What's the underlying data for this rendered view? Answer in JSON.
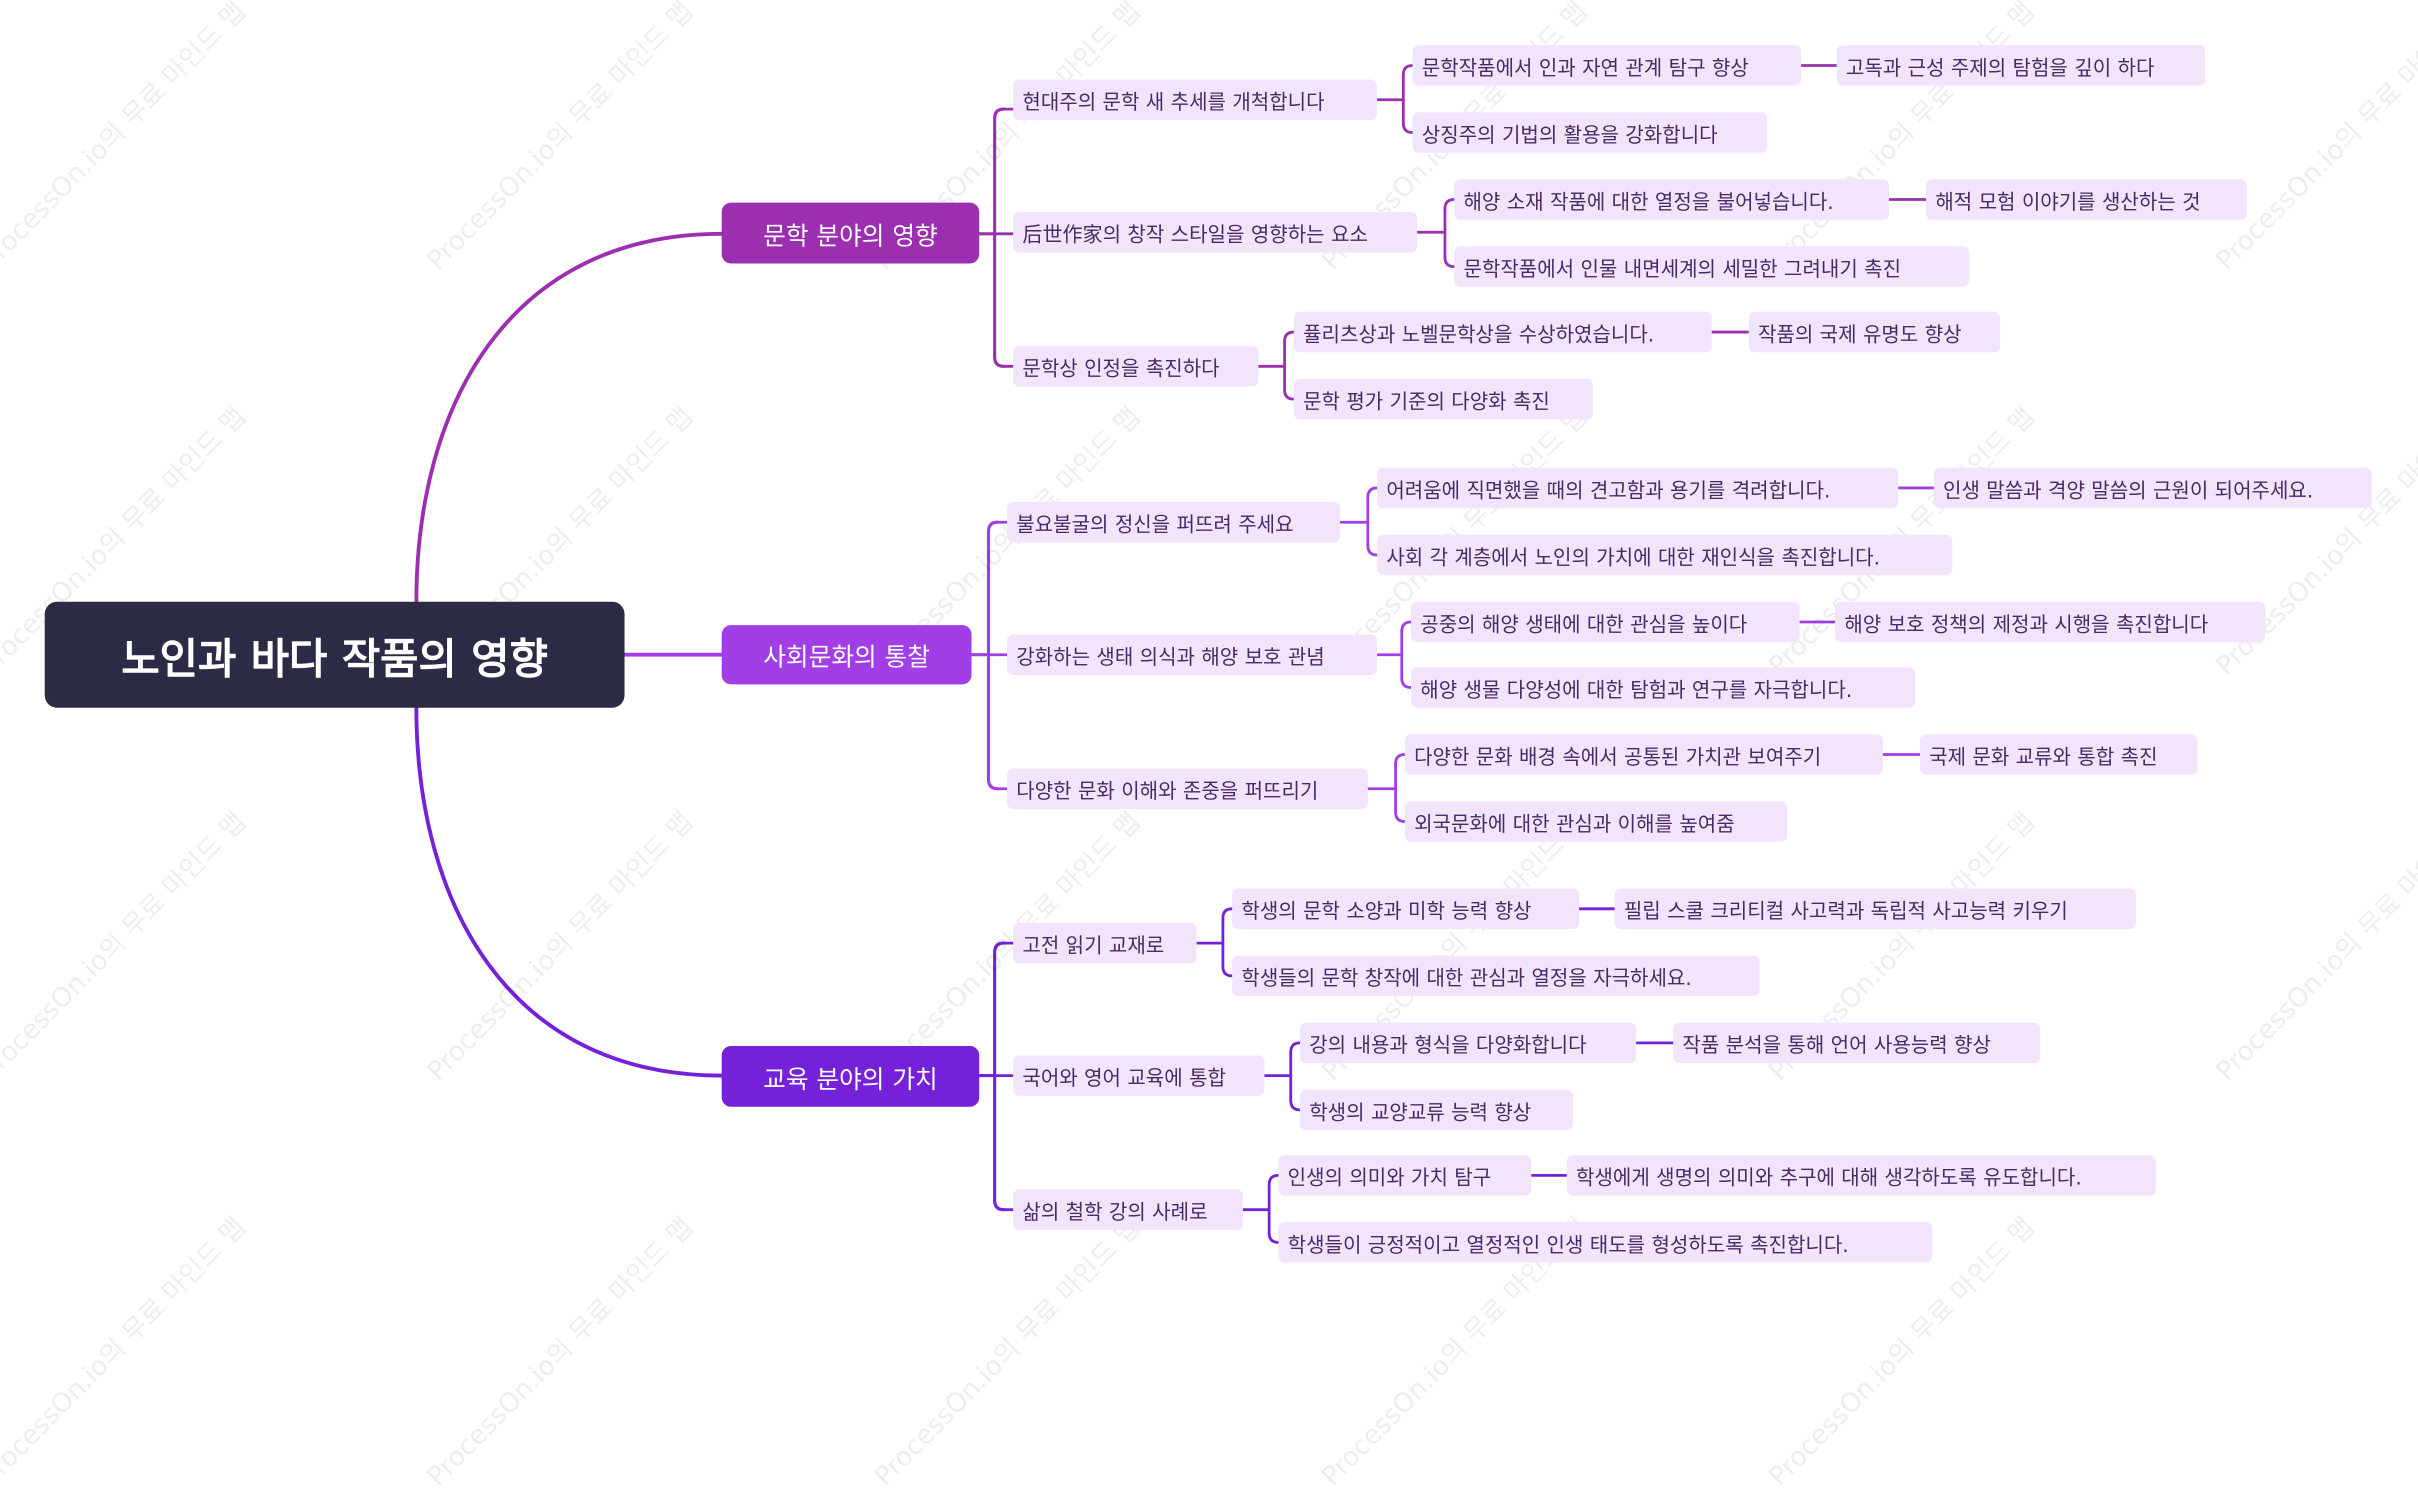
{
  "root": {
    "label": "노인과 바다 작품의 영향"
  },
  "branches": [
    {
      "label": "문학 분야의 영향",
      "color": "#9b2fb0",
      "children": [
        {
          "label": "현대주의 문학 새 추세를 개척합니다",
          "children": [
            {
              "label": "문학작품에서 인과 자연 관계 탐구 향상",
              "child": "고독과 근성 주제의 탐험을 깊이 하다"
            },
            {
              "label": "상징주의 기법의 활용을 강화합니다"
            }
          ]
        },
        {
          "label": "后世作家의 창작 스타일을 영향하는 요소",
          "children": [
            {
              "label": "해양 소재 작품에 대한 열정을 불어넣습니다.",
              "child": "해적 모험 이야기를 생산하는 것"
            },
            {
              "label": "문학작품에서 인물 내면세계의 세밀한 그려내기 촉진"
            }
          ]
        },
        {
          "label": "문학상 인정을 촉진하다",
          "children": [
            {
              "label": "퓰리츠상과 노벨문학상을 수상하였습니다.",
              "child": "작품의 국제 유명도 향상"
            },
            {
              "label": "문학 평가 기준의 다양화 촉진"
            }
          ]
        }
      ]
    },
    {
      "label": "사회문화의 통찰",
      "color": "#a13ee6",
      "children": [
        {
          "label": "불요불굴의 정신을 퍼뜨려 주세요",
          "children": [
            {
              "label": "어려움에 직면했을 때의 견고함과 용기를 격려합니다.",
              "child": "인생 말씀과 격양 말씀의 근원이 되어주세요."
            },
            {
              "label": "사회 각 계층에서 노인의 가치에 대한 재인식을 촉진합니다."
            }
          ]
        },
        {
          "label": "강화하는 생태 의식과 해양 보호 관념",
          "children": [
            {
              "label": "공중의 해양 생태에 대한 관심을 높이다",
              "child": "해양 보호 정책의 제정과 시행을 촉진합니다"
            },
            {
              "label": "해양 생물 다양성에 대한 탐험과 연구를 자극합니다."
            }
          ]
        },
        {
          "label": "다양한 문화 이해와 존중을 퍼뜨리기",
          "children": [
            {
              "label": "다양한 문화 배경 속에서 공통된 가치관 보여주기",
              "child": "국제 문화 교류와 통합 촉진"
            },
            {
              "label": "외국문화에 대한 관심과 이해를 높여줌"
            }
          ]
        }
      ]
    },
    {
      "label": "교육 분야의 가치",
      "color": "#7421d9",
      "children": [
        {
          "label": "고전 읽기 교재로",
          "children": [
            {
              "label": "학생의 문학 소양과 미학 능력 향상",
              "child": "필립 스쿨 크리티컬 사고력과 독립적 사고능력 키우기"
            },
            {
              "label": "학생들의 문학 창작에 대한 관심과 열정을 자극하세요."
            }
          ]
        },
        {
          "label": "국어와 영어 교육에 통합",
          "children": [
            {
              "label": "강의 내용과 형식을 다양화합니다",
              "child": "작품 분석을 통해 언어 사용능력 향상"
            },
            {
              "label": "학생의 교양교류 능력 향상"
            }
          ]
        },
        {
          "label": "삶의 철학 강의 사례로",
          "children": [
            {
              "label": "인생의 의미와 가치 탐구",
              "child": "학생에게 생명의 의미와 추구에 대해 생각하도록 유도합니다."
            },
            {
              "label": "학생들이 긍정적이고 열정적인 인생 태도를 형성하도록 촉진합니다."
            }
          ]
        }
      ]
    }
  ],
  "watermark": "ProcessOn.io의 무료 마인드 맵",
  "colors": {
    "background": "#ffffff",
    "root_bg": "#2c2b45",
    "leaf_bg": "#f2e5fb",
    "leaf_text": "#4a2a66"
  }
}
